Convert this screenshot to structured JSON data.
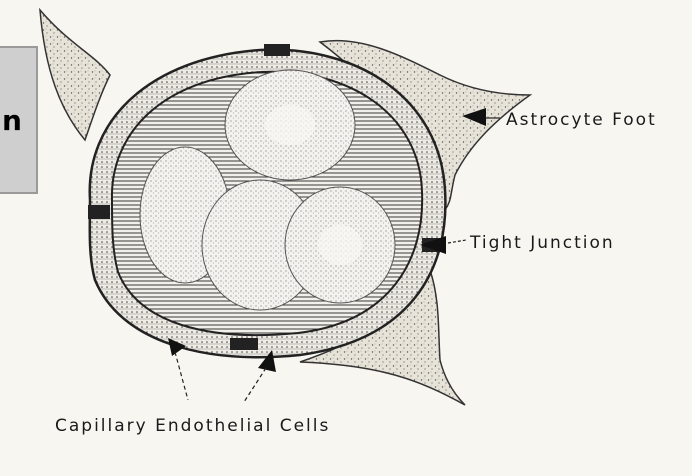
{
  "labels": {
    "astrocyte_foot": "Astrocyte Foot",
    "tight_junction": "Tight Junction",
    "capillary_endothelial": "Capillary Endothelial Cells"
  },
  "side_tab": {
    "text": "n"
  },
  "colors": {
    "paper": "#f7f6f1",
    "astrocyte": "#e6e2d8",
    "ink": "#1a1a1a",
    "lumen_hatch": "#3a3a3a"
  }
}
